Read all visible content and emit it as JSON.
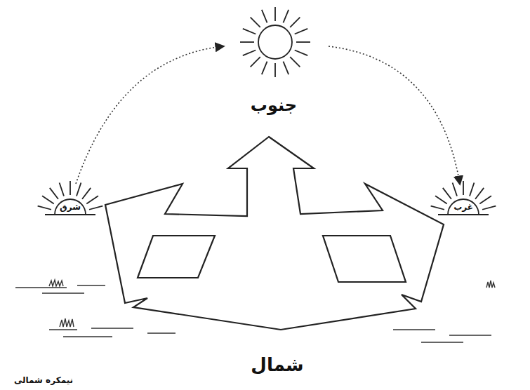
{
  "diagram": {
    "labels": [
      "جنوب",
      "شرق",
      "غرب",
      "شمال",
      "نیمکره شمالی"
    ]
  }
}
